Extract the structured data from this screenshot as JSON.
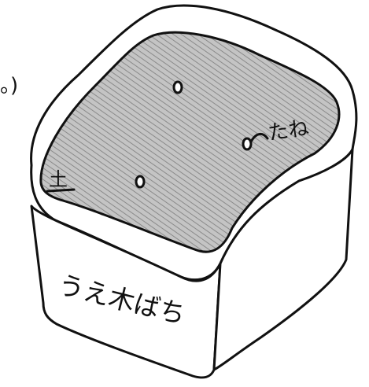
{
  "edge_fragment": "。)",
  "labels": {
    "soil": "土",
    "seed": "たね",
    "pot": "うえ木ばち"
  },
  "colors": {
    "soil_fill": "#b8b8b8",
    "line": "#111111",
    "background": "#ffffff"
  }
}
